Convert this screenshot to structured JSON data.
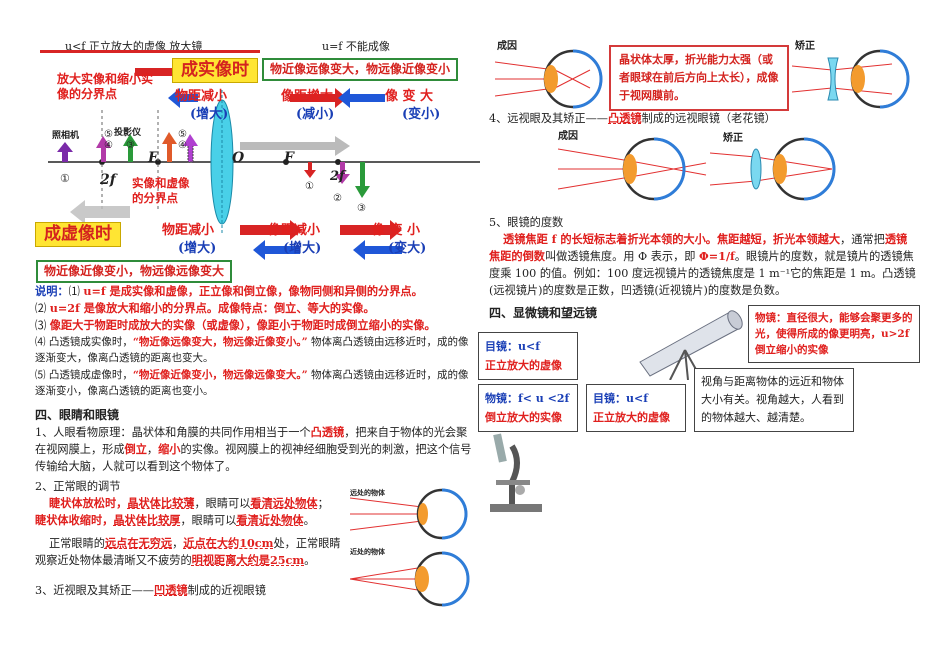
{
  "left": {
    "top_label_a": "u<f 正立放大的虚像 放大镜",
    "top_label_b": "u=f 不能成像",
    "red_note_1": "放大实像和缩小实像的分界点",
    "real_title": "成实像时",
    "real_rule": "物近像远像变大，物远像近像变小",
    "row1": [
      "物距减小",
      "像距增大",
      "像 变 大"
    ],
    "row1_sub": [
      "(增大)",
      "(减小)",
      "(变小)"
    ],
    "lbl_camera": "照相机",
    "lbl_projector": "投影仪",
    "lbl_2f": "2f",
    "lbl_F": "F",
    "lbl_O": "O",
    "lbl_F2": "F",
    "lbl_2f2": "2f",
    "nums": [
      "①",
      "②",
      "③",
      "④",
      "⑤",
      "①",
      "②",
      "③",
      "④",
      "⑤"
    ],
    "red_note_2": "实像和虚像的分界点",
    "virtual_title": "成虚像时",
    "row2": [
      "物距减小",
      "像距减小",
      "像 变 小"
    ],
    "row2_sub": [
      "(增大)",
      "(增大)",
      "(变大)"
    ],
    "virtual_rule": "物近像近像变小，物远像远像变大",
    "explain": [
      [
        "说明：",
        "⑴ ",
        "u=f 是成实像和虚像，正立像和倒立像，像物同侧和异侧的分界点。"
      ],
      [
        "⑵ ",
        "u=2f 是像放大和缩小的分界点。",
        "成像特点：倒立、等大的实像。"
      ],
      [
        "⑶ ",
        "像距大于物距时成放大的实像（或虚像），像距小于物距时成倒立缩小的实像。"
      ],
      [
        "⑷ 凸透镜成实像时，",
        "“物近像远像变大，物远像近像变小。”",
        " 物体离凸透镜由远移近时，成的像逐渐变大，像离凸透镜的距离也变大。"
      ],
      [
        "⑸ 凸透镜成虚像时，",
        "“物近像近像变小，物远像远像变大。”",
        " 物体离凸透镜由远移近时，成的像逐渐变小，像离凸透镜的距离也变小。"
      ]
    ],
    "sec4": "四、眼睛和眼镜",
    "p1_a": "1、人眼看物原理：晶状体和角膜的共同作用相当于一个",
    "p1_b": "凸透镜",
    "p1_c": "，把来自于物体的光会聚在视网膜上，形成",
    "p1_d": "倒立",
    "p1_e": "，",
    "p1_f": "缩小",
    "p1_g": "的实像。视网膜上的视神经细胞受到光的刺激，把这个信号传输给大脑，人就可以看到这个物体了。",
    "p2": "2、正常眼的调节",
    "p2_a": "睫状体放松时，",
    "p2_b": "晶状体比较薄",
    "p2_c": "，眼睛可以",
    "p2_d": "看清远处物体",
    "p2_e": "；",
    "p2_f": "睫状体收缩时，",
    "p2_g": "晶状体比较厚",
    "p2_h": "，眼睛可以",
    "p2_i": "看清近处物体",
    "p2_j": "。",
    "p2_k": "正常眼睛的",
    "p2_l": "远点在无穷远",
    "p2_m": "，",
    "p2_n": "近点在大约10cm",
    "p2_o": "处，正常眼睛观察近处物体最清晰又不疲劳的",
    "p2_p": "明视距离大约是25cm",
    "p2_q": "。",
    "eye_lbl_far": "远处的物体",
    "eye_lbl_near": "近处的物体",
    "p3_a": "3、近视眼及其矫正——",
    "p3_b": "凹透镜",
    "p3_c": "制成的近视眼镜"
  },
  "right": {
    "cause1": "成因",
    "fix1": "矫正",
    "cause_box": "晶状体太厚，折光能力太强（或者眼球在前后方向上太长），成像于视网膜前。",
    "p4_a": "4、远视眼及其矫正——",
    "p4_b": "凸透镜",
    "p4_c": "制成的远视眼镜（老花镜）",
    "cause2": "成因",
    "fix2": "矫正",
    "p5": "5、眼镜的度数",
    "p5_a": "透镜焦距 f 的长短标志着折光本领的大小。焦距越短，折光本领越大",
    "p5_b": "，通常把",
    "p5_c": "透镜焦距的倒数",
    "p5_d": "叫做透镜焦度。用 Φ 表示，即 ",
    "p5_e": "Φ=1/f",
    "p5_f": "。眼镜片的度数，就是镜片的透镜焦度乘 100 的值。例如：100 度远视镜片的透镜焦度是 1 m⁻¹它的焦距是 1 m。凸透镜(远视镜片)的度数是正数，凹透镜(近视镜片)的度数是负数。",
    "sec4": "四、显微镜和望远镜",
    "scope_obj": "物镜：直径很大，能够会聚更多的光，使得所成的像更明亮，u>2f 倒立缩小的实像",
    "box1_title": "目镜：u<f",
    "box1_body": "正立放大的虚像",
    "box2_title": "物镜：f< u <2f",
    "box2_body": "倒立放大的实像",
    "box3_title": "目镜：u<f",
    "box3_body": "正立放大的虚像",
    "angle_box": "视角与距离物体的远近和物体大小有关。视角越大，人看到的物体越大、越清楚。"
  }
}
